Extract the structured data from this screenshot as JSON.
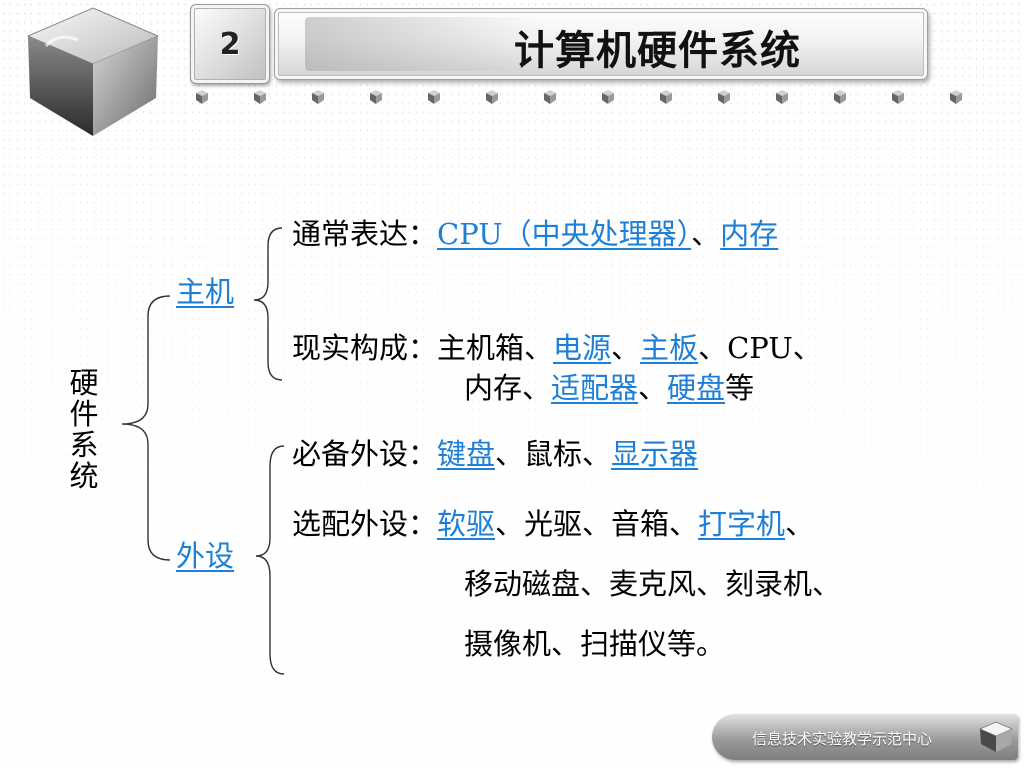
{
  "slide": {
    "number": "2",
    "title": "计算机硬件系统"
  },
  "root": {
    "label_chars": [
      "硬",
      "件",
      "系",
      "统"
    ]
  },
  "host": {
    "label": "主机",
    "common": {
      "label": "通常表达：",
      "cpu": "CPU（中央处理器）",
      "sep": "、",
      "memory": "内存"
    },
    "real": {
      "label": "现实构成：",
      "t1": "主机箱、",
      "power": "电源",
      "t2": "、",
      "board": "主板",
      "t3": "、CPU、",
      "t4": "内存、",
      "adapter": "适配器",
      "t5": "、",
      "disk": "硬盘",
      "t6": "等"
    }
  },
  "peripheral": {
    "label": "外设",
    "required": {
      "label": "必备外设：",
      "keyboard": "键盘",
      "t1": "、鼠标、",
      "monitor": "显示器"
    },
    "optional": {
      "label": "选配外设：",
      "floppy": "软驱",
      "t1": "、光驱、音箱、",
      "printer": "打字机",
      "t2": "、",
      "line2": "移动磁盘、麦克风、刻录机、",
      "line3": "摄像机、扫描仪等。"
    }
  },
  "footer": {
    "text": "信息技术实验教学示范中心"
  },
  "colors": {
    "link": "#1d7fd6",
    "text": "#000000"
  }
}
